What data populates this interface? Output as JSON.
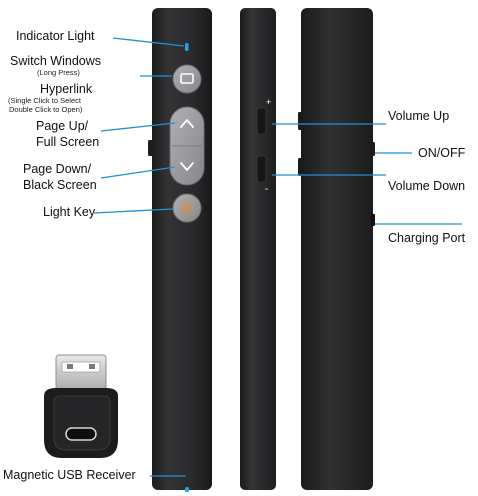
{
  "colors": {
    "device_body": "#2b2b2d",
    "device_edge": "#1a1a1b",
    "callout_line": "#1f8fd6",
    "indicator_led": "#23a3e8",
    "laser_icon": "#f08a1c",
    "button_face": "#9c9ca0"
  },
  "labels_left": {
    "indicator_light": "Indicator Light",
    "switch_windows": "Switch Windows",
    "switch_windows_note": "(Long Press)",
    "hyperlink": "Hyperlink",
    "hyperlink_note_1": "(Single Click to Select",
    "hyperlink_note_2": "Double Click to Open)",
    "page_up_1": "Page Up/",
    "page_up_2": "Full Screen",
    "page_down_1": "Page Down/",
    "page_down_2": "Black Screen",
    "light_key": "Light Key",
    "usb_receiver": "Magnetic USB Receiver"
  },
  "labels_right": {
    "volume_up": "Volume Up",
    "on_off": "ON/OFF",
    "volume_down": "Volume Down",
    "charging_port": "Charging Port"
  },
  "side_marks": {
    "plus": "+",
    "minus": "-"
  },
  "icons": {
    "switch_button": "window-square-icon",
    "page_up_button": "chevron-up-icon",
    "page_down_button": "chevron-down-icon",
    "light_button": "laser-starburst-icon",
    "receiver": "usb-receiver-icon"
  }
}
